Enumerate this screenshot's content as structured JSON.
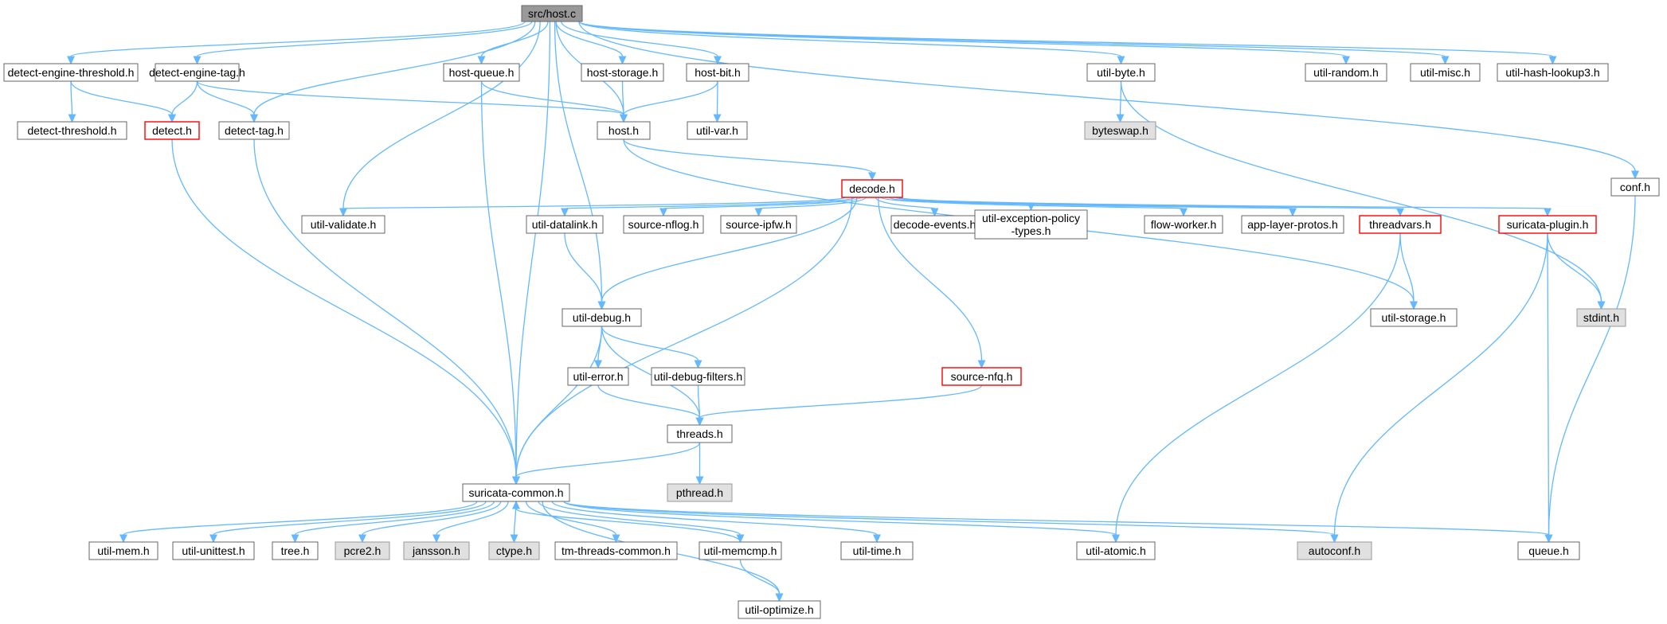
{
  "graph": {
    "root": "src/host.c",
    "colors": {
      "edge": "#63b8ff",
      "node_border": "#666666",
      "node_fill": "#ffffff",
      "root_fill": "#999999",
      "external_fill": "#e0e0e0",
      "external_border": "#999999",
      "truncated_border": "#ff0000"
    },
    "nodes": [
      {
        "id": "host_c",
        "label": "src/host.c",
        "kind": "root"
      },
      {
        "id": "det_eng_thr",
        "label": "detect-engine-threshold.h",
        "kind": "normal"
      },
      {
        "id": "det_eng_tag",
        "label": "detect-engine-tag.h",
        "kind": "normal"
      },
      {
        "id": "host_queue",
        "label": "host-queue.h",
        "kind": "normal"
      },
      {
        "id": "host_storage",
        "label": "host-storage.h",
        "kind": "normal"
      },
      {
        "id": "host_bit",
        "label": "host-bit.h",
        "kind": "normal"
      },
      {
        "id": "util_byte",
        "label": "util-byte.h",
        "kind": "normal"
      },
      {
        "id": "util_random",
        "label": "util-random.h",
        "kind": "normal"
      },
      {
        "id": "util_misc",
        "label": "util-misc.h",
        "kind": "normal"
      },
      {
        "id": "util_hash",
        "label": "util-hash-lookup3.h",
        "kind": "normal"
      },
      {
        "id": "det_thr",
        "label": "detect-threshold.h",
        "kind": "normal"
      },
      {
        "id": "detect_h",
        "label": "detect.h",
        "kind": "truncated"
      },
      {
        "id": "detect_tag",
        "label": "detect-tag.h",
        "kind": "normal"
      },
      {
        "id": "host_h",
        "label": "host.h",
        "kind": "normal"
      },
      {
        "id": "util_var",
        "label": "util-var.h",
        "kind": "normal"
      },
      {
        "id": "byteswap",
        "label": "byteswap.h",
        "kind": "external"
      },
      {
        "id": "conf_h",
        "label": "conf.h",
        "kind": "normal"
      },
      {
        "id": "decode_h",
        "label": "decode.h",
        "kind": "truncated"
      },
      {
        "id": "util_validate",
        "label": "util-validate.h",
        "kind": "normal"
      },
      {
        "id": "util_datalink",
        "label": "util-datalink.h",
        "kind": "normal"
      },
      {
        "id": "src_nflog",
        "label": "source-nflog.h",
        "kind": "normal"
      },
      {
        "id": "src_ipfw",
        "label": "source-ipfw.h",
        "kind": "normal"
      },
      {
        "id": "dec_events",
        "label": "decode-events.h",
        "kind": "normal"
      },
      {
        "id": "util_exc",
        "label": "util-exception-policy",
        "label2": "-types.h",
        "kind": "normal"
      },
      {
        "id": "flow_worker",
        "label": "flow-worker.h",
        "kind": "normal"
      },
      {
        "id": "app_layer",
        "label": "app-layer-protos.h",
        "kind": "normal"
      },
      {
        "id": "threadvars",
        "label": "threadvars.h",
        "kind": "truncated"
      },
      {
        "id": "suri_plugin",
        "label": "suricata-plugin.h",
        "kind": "truncated"
      },
      {
        "id": "util_debug",
        "label": "util-debug.h",
        "kind": "normal"
      },
      {
        "id": "util_storage",
        "label": "util-storage.h",
        "kind": "normal"
      },
      {
        "id": "stdint",
        "label": "stdint.h",
        "kind": "external"
      },
      {
        "id": "util_error",
        "label": "util-error.h",
        "kind": "normal"
      },
      {
        "id": "util_dbg_filt",
        "label": "util-debug-filters.h",
        "kind": "normal"
      },
      {
        "id": "src_nfq",
        "label": "source-nfq.h",
        "kind": "truncated"
      },
      {
        "id": "threads_h",
        "label": "threads.h",
        "kind": "normal"
      },
      {
        "id": "suri_common",
        "label": "suricata-common.h",
        "kind": "normal"
      },
      {
        "id": "pthread",
        "label": "pthread.h",
        "kind": "external"
      },
      {
        "id": "util_mem",
        "label": "util-mem.h",
        "kind": "normal"
      },
      {
        "id": "util_unittest",
        "label": "util-unittest.h",
        "kind": "normal"
      },
      {
        "id": "tree_h",
        "label": "tree.h",
        "kind": "normal"
      },
      {
        "id": "pcre2",
        "label": "pcre2.h",
        "kind": "external"
      },
      {
        "id": "jansson",
        "label": "jansson.h",
        "kind": "external"
      },
      {
        "id": "ctype",
        "label": "ctype.h",
        "kind": "external"
      },
      {
        "id": "tm_threads",
        "label": "tm-threads-common.h",
        "kind": "normal"
      },
      {
        "id": "util_memcmp",
        "label": "util-memcmp.h",
        "kind": "normal"
      },
      {
        "id": "util_time",
        "label": "util-time.h",
        "kind": "normal"
      },
      {
        "id": "util_atomic",
        "label": "util-atomic.h",
        "kind": "normal"
      },
      {
        "id": "autoconf",
        "label": "autoconf.h",
        "kind": "external"
      },
      {
        "id": "queue_h",
        "label": "queue.h",
        "kind": "normal"
      },
      {
        "id": "util_optimize",
        "label": "util-optimize.h",
        "kind": "normal"
      }
    ],
    "edges": [
      [
        "host_c",
        "det_eng_thr"
      ],
      [
        "host_c",
        "det_eng_tag"
      ],
      [
        "host_c",
        "detect_tag"
      ],
      [
        "host_c",
        "host_queue"
      ],
      [
        "host_c",
        "host_storage"
      ],
      [
        "host_c",
        "host_bit"
      ],
      [
        "host_c",
        "host_h"
      ],
      [
        "host_c",
        "util_byte"
      ],
      [
        "host_c",
        "util_random"
      ],
      [
        "host_c",
        "util_misc"
      ],
      [
        "host_c",
        "util_hash"
      ],
      [
        "host_c",
        "conf_h"
      ],
      [
        "host_c",
        "util_validate"
      ],
      [
        "host_c",
        "util_debug"
      ],
      [
        "host_c",
        "suri_common"
      ],
      [
        "det_eng_thr",
        "det_thr"
      ],
      [
        "det_eng_thr",
        "detect_h"
      ],
      [
        "det_eng_tag",
        "detect_h"
      ],
      [
        "det_eng_tag",
        "detect_tag"
      ],
      [
        "det_eng_tag",
        "host_h"
      ],
      [
        "host_queue",
        "host_h"
      ],
      [
        "host_queue",
        "suri_common"
      ],
      [
        "host_storage",
        "host_h"
      ],
      [
        "host_bit",
        "host_h"
      ],
      [
        "host_bit",
        "util_var"
      ],
      [
        "util_byte",
        "byteswap"
      ],
      [
        "util_byte",
        "stdint"
      ],
      [
        "conf_h",
        "queue_h"
      ],
      [
        "detect_h",
        "suri_common"
      ],
      [
        "detect_tag",
        "suri_common"
      ],
      [
        "host_h",
        "decode_h"
      ],
      [
        "host_h",
        "util_storage"
      ],
      [
        "decode_h",
        "util_validate"
      ],
      [
        "decode_h",
        "util_datalink"
      ],
      [
        "decode_h",
        "src_nflog"
      ],
      [
        "decode_h",
        "src_ipfw"
      ],
      [
        "decode_h",
        "dec_events"
      ],
      [
        "decode_h",
        "util_exc"
      ],
      [
        "decode_h",
        "flow_worker"
      ],
      [
        "decode_h",
        "app_layer"
      ],
      [
        "decode_h",
        "threadvars"
      ],
      [
        "decode_h",
        "suri_plugin"
      ],
      [
        "decode_h",
        "util_debug"
      ],
      [
        "decode_h",
        "src_nfq"
      ],
      [
        "decode_h",
        "suri_common"
      ],
      [
        "util_datalink",
        "util_debug"
      ],
      [
        "threadvars",
        "util_storage"
      ],
      [
        "threadvars",
        "util_atomic"
      ],
      [
        "suri_plugin",
        "stdint"
      ],
      [
        "suri_plugin",
        "queue_h"
      ],
      [
        "suri_plugin",
        "autoconf"
      ],
      [
        "util_debug",
        "util_error"
      ],
      [
        "util_debug",
        "util_dbg_filt"
      ],
      [
        "util_debug",
        "threads_h"
      ],
      [
        "util_debug",
        "suri_common"
      ],
      [
        "util_error",
        "threads_h"
      ],
      [
        "util_dbg_filt",
        "threads_h"
      ],
      [
        "src_nfq",
        "threads_h"
      ],
      [
        "threads_h",
        "pthread"
      ],
      [
        "threads_h",
        "suri_common"
      ],
      [
        "suri_common",
        "util_mem"
      ],
      [
        "suri_common",
        "util_unittest"
      ],
      [
        "suri_common",
        "tree_h"
      ],
      [
        "suri_common",
        "pcre2"
      ],
      [
        "suri_common",
        "jansson"
      ],
      [
        "suri_common",
        "ctype"
      ],
      [
        "suri_common",
        "tm_threads"
      ],
      [
        "suri_common",
        "util_memcmp"
      ],
      [
        "suri_common",
        "util_time"
      ],
      [
        "suri_common",
        "util_atomic"
      ],
      [
        "suri_common",
        "autoconf"
      ],
      [
        "suri_common",
        "queue_h"
      ],
      [
        "suri_common",
        "util_optimize"
      ],
      [
        "util_memcmp",
        "suri_common"
      ],
      [
        "util_memcmp",
        "util_optimize"
      ]
    ]
  }
}
